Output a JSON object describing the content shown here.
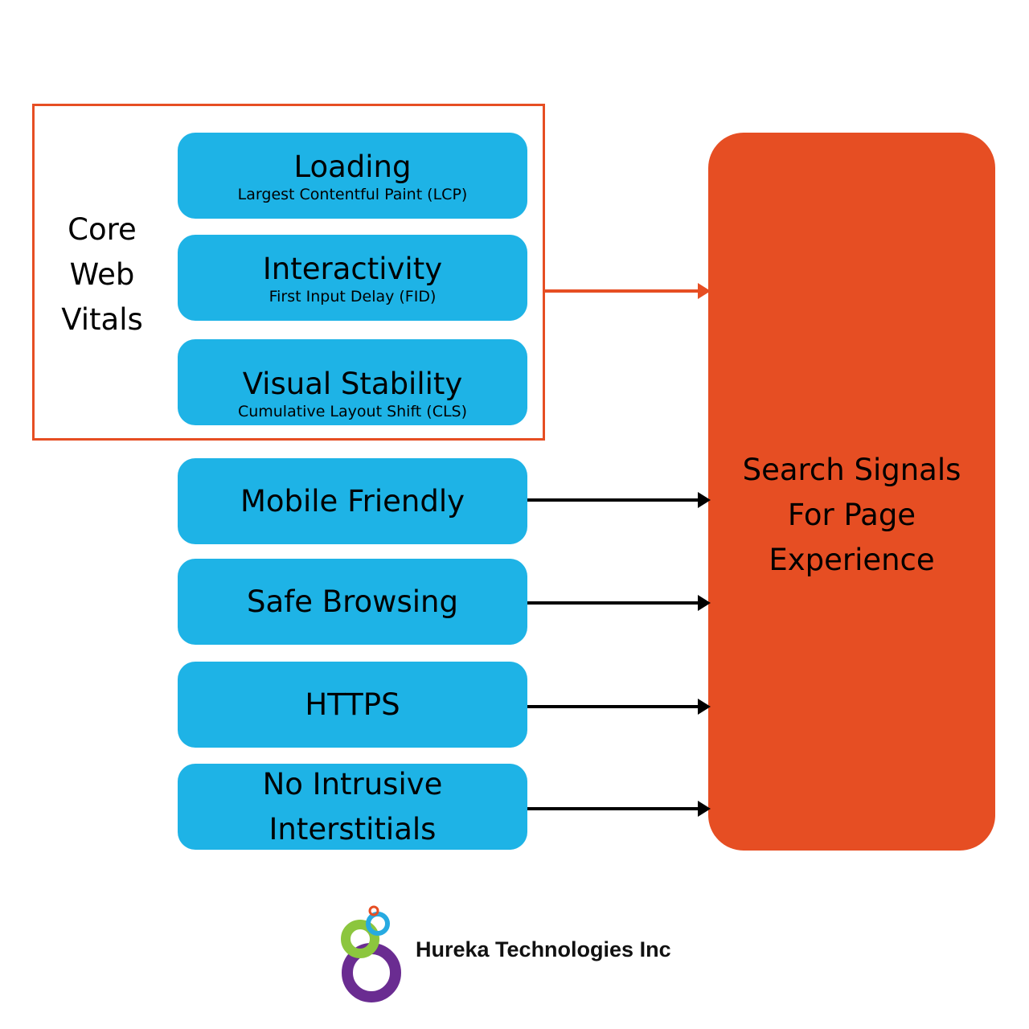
{
  "core_web_vitals": {
    "label_lines": [
      "Core",
      "Web",
      "Vitals"
    ],
    "items": [
      {
        "title": "Loading",
        "subtitle": "Largest Contentful Paint (LCP)"
      },
      {
        "title": "Interactivity",
        "subtitle": "First Input Delay (FID)"
      },
      {
        "title": "Visual Stability",
        "subtitle": "Cumulative Layout Shift (CLS)"
      }
    ]
  },
  "signals": [
    {
      "title": "Mobile Friendly"
    },
    {
      "title": "Safe Browsing"
    },
    {
      "title": "HTTPS"
    },
    {
      "title_lines": [
        "No Intrusive",
        "Interstitials"
      ]
    }
  ],
  "target": {
    "title_lines": [
      "Search Signals",
      "For Page",
      "Experience"
    ]
  },
  "brand": {
    "name": "Hureka Technologies Inc"
  },
  "colors": {
    "accent_orange": "#e64e23",
    "box_blue": "#1eb3e6",
    "logo_green": "#8cc63e",
    "logo_purple": "#6a2c91",
    "logo_blue": "#27aae1",
    "logo_red": "#e64e23"
  },
  "icons": {
    "brand_logo": "hureka-logo-icon"
  }
}
